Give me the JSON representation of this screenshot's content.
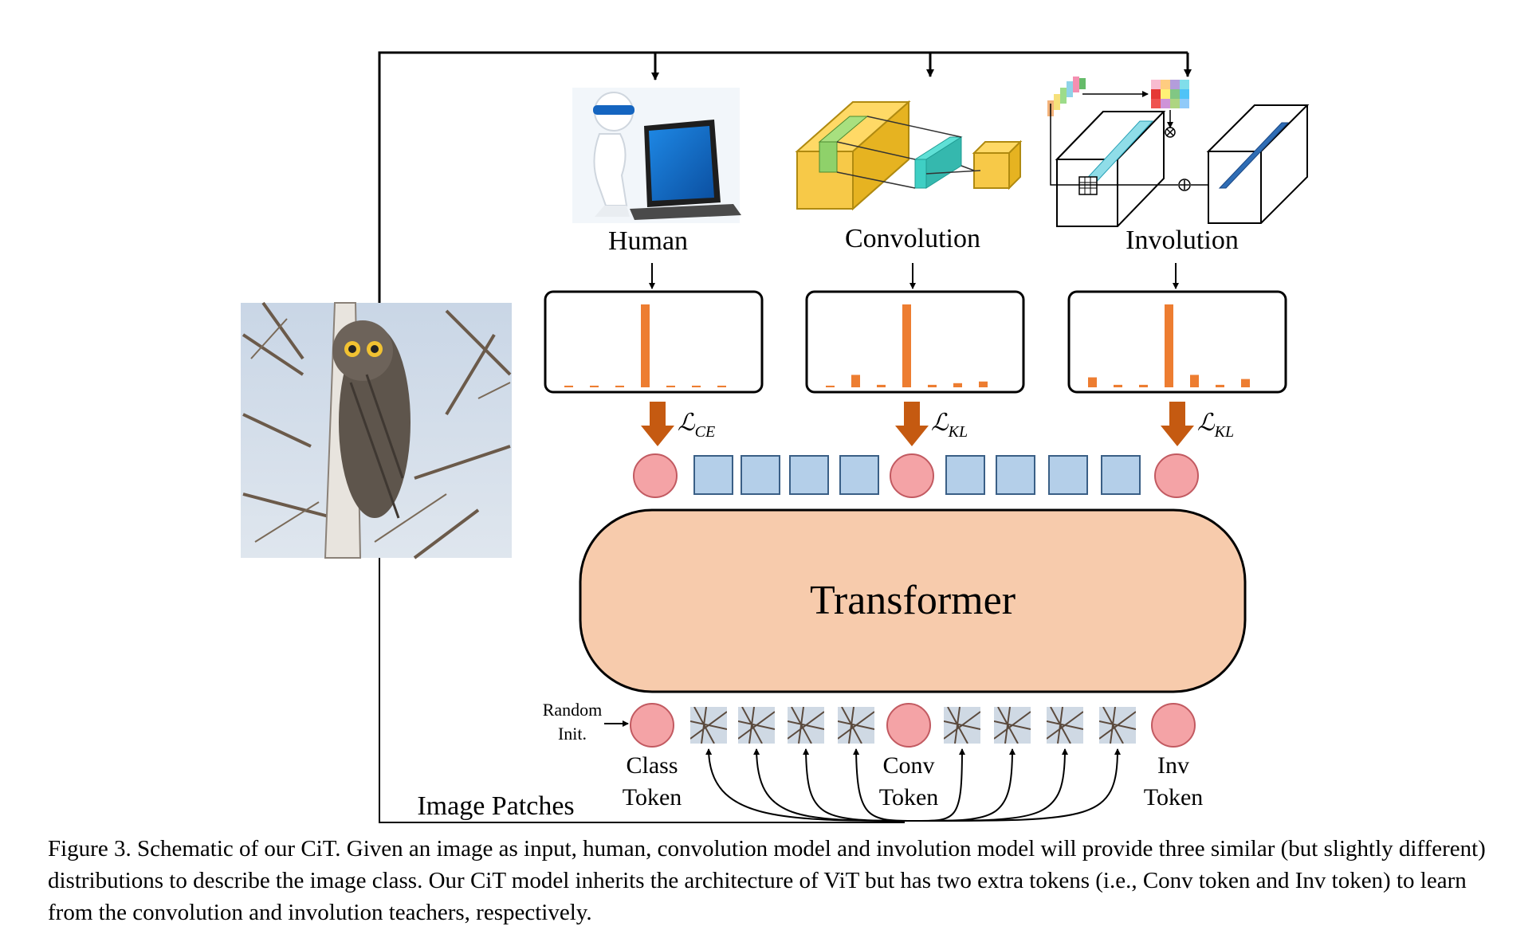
{
  "teachers": [
    {
      "label": "Human",
      "loss_symbol": "ℒ",
      "loss_sub": "CE",
      "distribution": [
        0.02,
        0.02,
        0.02,
        1.0,
        0.02,
        0.02,
        0.02
      ]
    },
    {
      "label": "Convolution",
      "loss_symbol": "ℒ",
      "loss_sub": "KL",
      "distribution": [
        0.02,
        0.15,
        0.03,
        1.0,
        0.03,
        0.05,
        0.07
      ]
    },
    {
      "label": "Involution",
      "loss_symbol": "ℒ",
      "loss_sub": "KL",
      "distribution": [
        0.12,
        0.03,
        0.03,
        1.0,
        0.15,
        0.03,
        0.1
      ]
    }
  ],
  "transformer_label": "Transformer",
  "tokens": {
    "class_label_1": "Class",
    "class_label_2": "Token",
    "conv_label_1": "Conv",
    "conv_label_2": "Token",
    "inv_label_1": "Inv",
    "inv_label_2": "Token",
    "random_init_1": "Random",
    "random_init_2": "Init.",
    "patches_label": "Image Patches"
  },
  "colors": {
    "bar": "#ED7D31",
    "loss_arrow": "#C55A11",
    "token_circle": "#F4A3A6",
    "patch_square": "#B4CFE9",
    "transformer_fill": "#F7CBAC",
    "cube": "#F7C948"
  },
  "icons": [
    "owl-photo",
    "human-laptop-icon",
    "convolution-cube-icon",
    "involution-cube-icon"
  ],
  "caption": "Figure 3. Schematic of our CiT. Given an image as input, human, convolution model and involution model will provide three similar (but slightly different) distributions to describe the image class. Our CiT model inherits the architecture of ViT but has two extra tokens (i.e., Conv token and Inv token) to learn from the convolution and involution teachers, respectively."
}
